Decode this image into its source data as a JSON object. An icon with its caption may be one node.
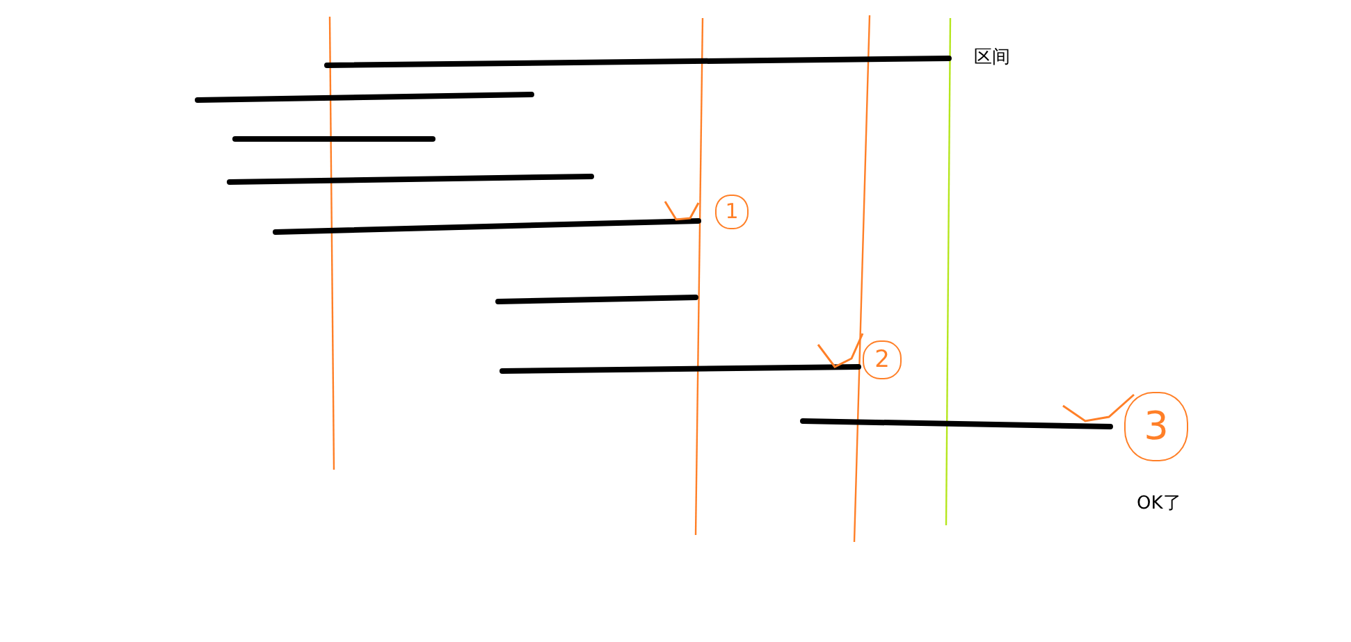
{
  "diagram": {
    "labels": [
      "区间",
      "1",
      "2",
      "3",
      "OK了"
    ]
  }
}
